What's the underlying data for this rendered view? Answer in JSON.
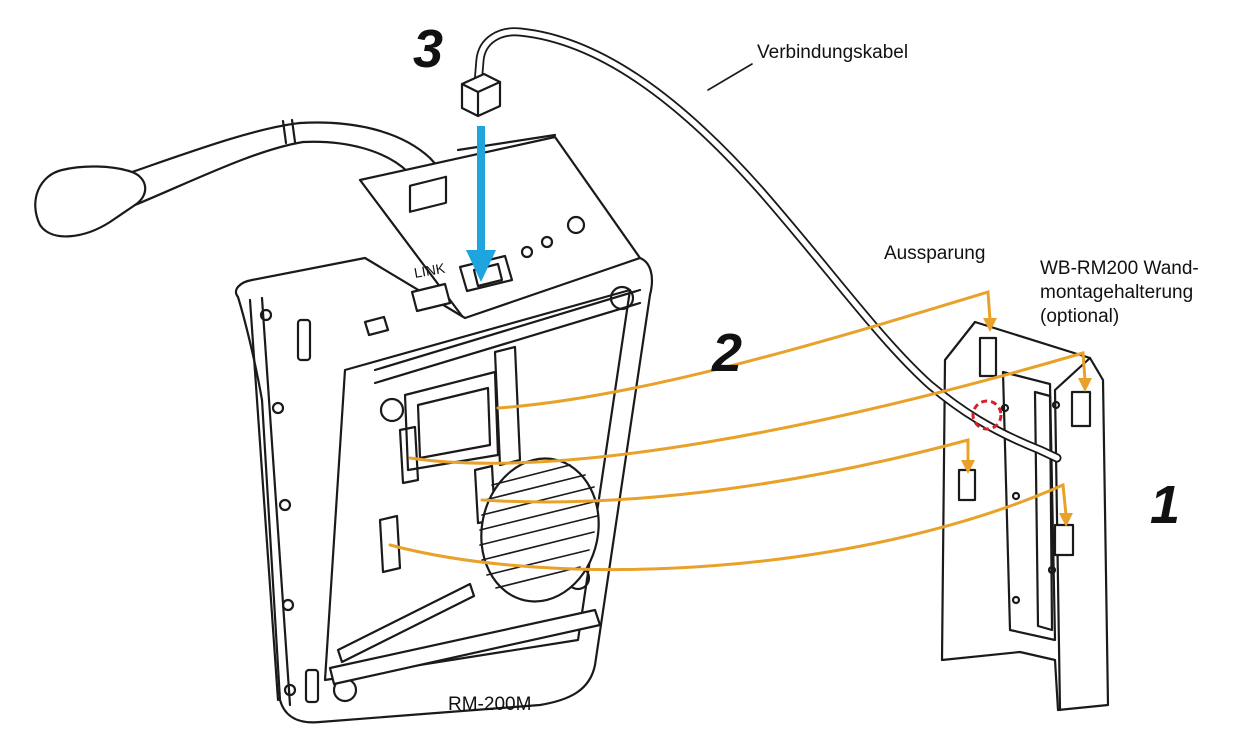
{
  "steps": {
    "step1": "1",
    "step2": "2",
    "step3": "3"
  },
  "labels": {
    "cable": "Verbindungskabel",
    "cutout": "Aussparung",
    "bracket_line1": "WB-RM200 Wand-",
    "bracket_line2": "montagehalterung",
    "bracket_line3": "(optional)",
    "device": "RM-200M",
    "port": "LINK"
  },
  "colors": {
    "outline": "#1a1a1a",
    "guide_arrow": "#e8a22a",
    "insert_arrow": "#1ea4de",
    "highlight_circle": "#d4202c"
  }
}
